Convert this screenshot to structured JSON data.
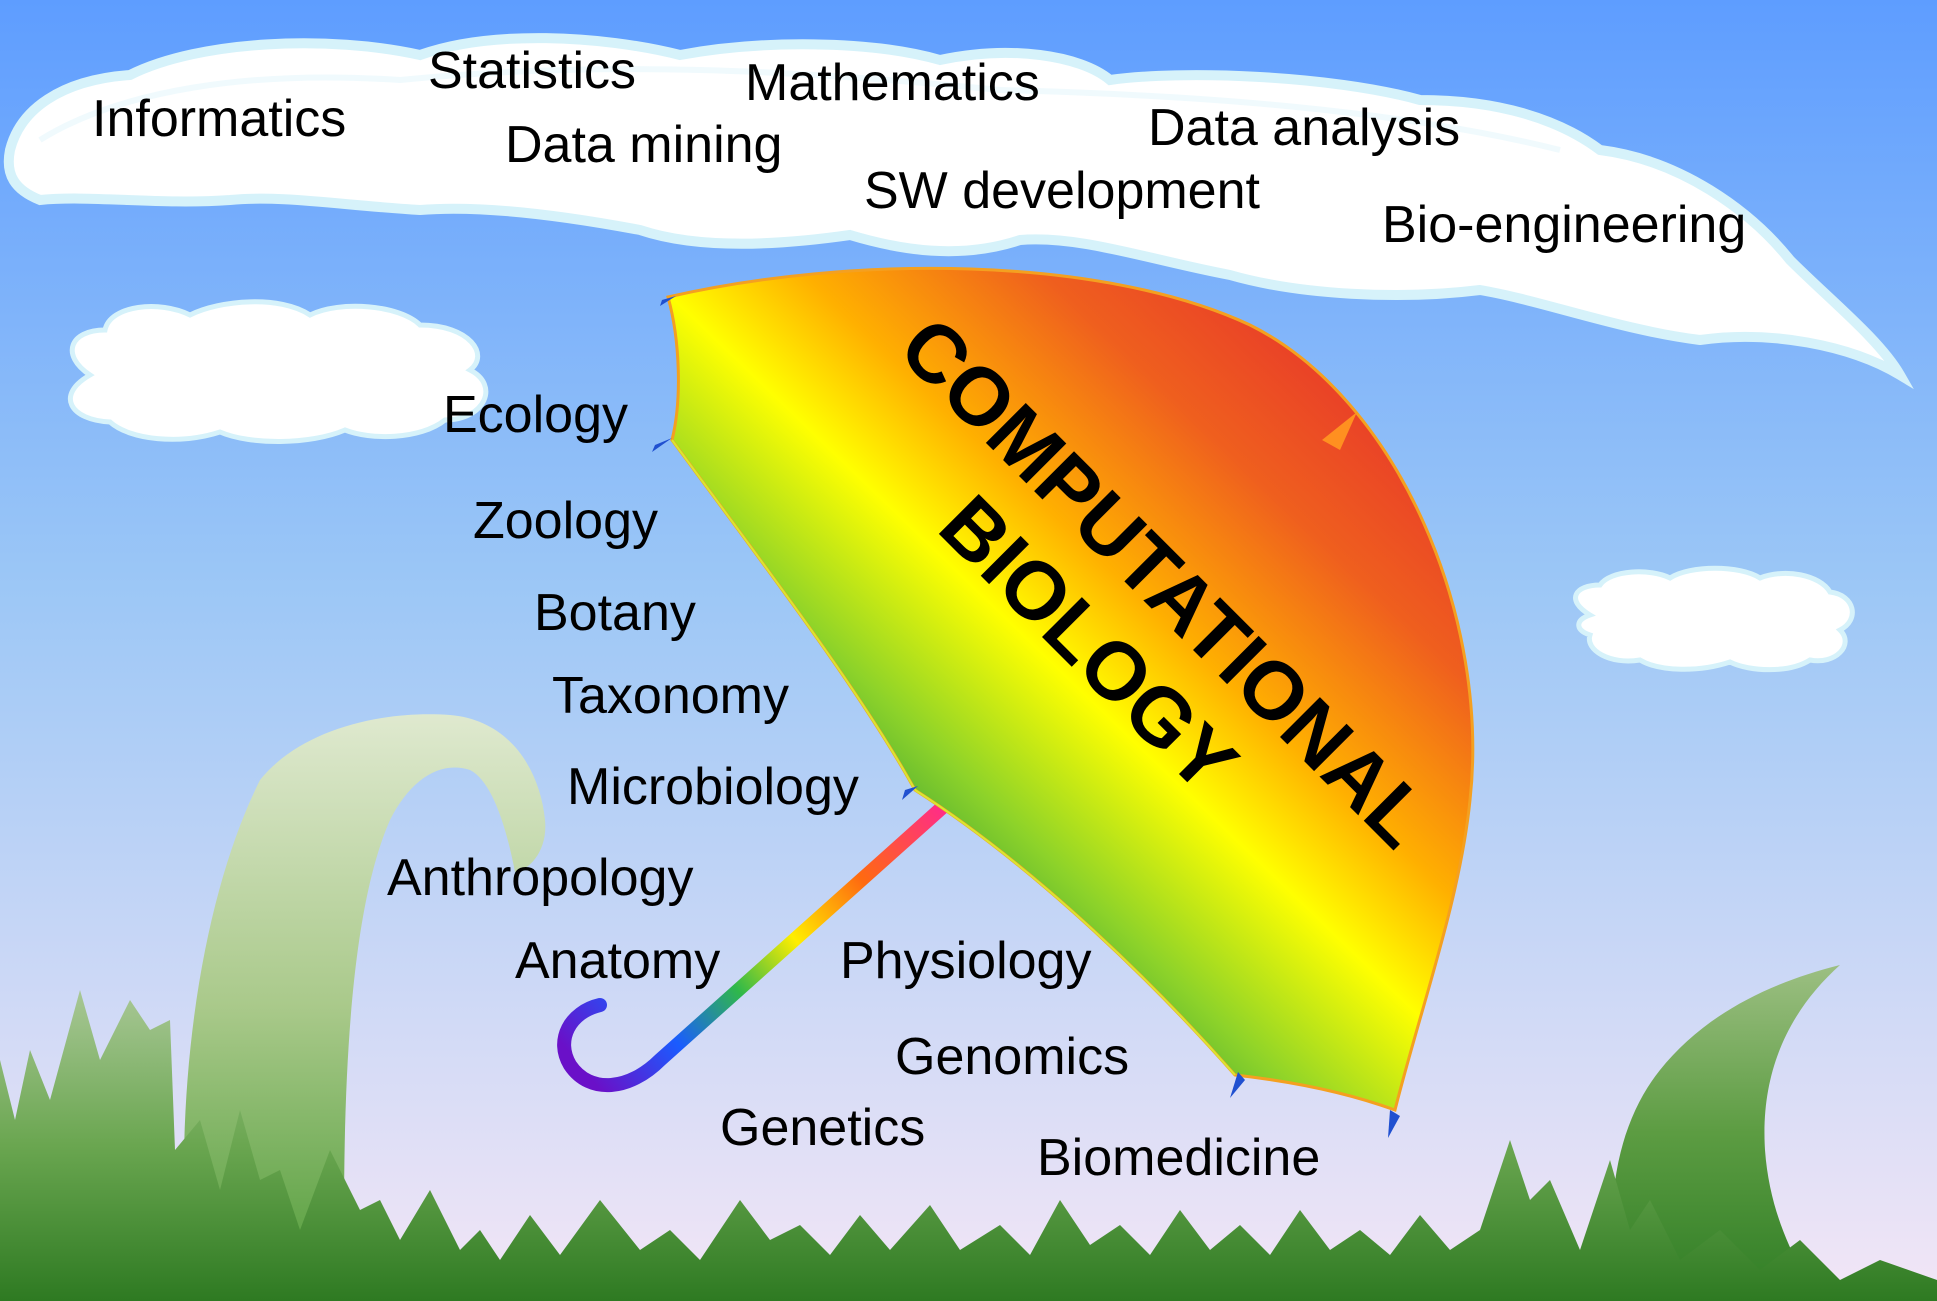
{
  "umbrella": {
    "title_line1": "COMPUTATIONAL",
    "title_line2": "BIOLOGY"
  },
  "cloud_terms": {
    "informatics": "Informatics",
    "statistics": "Statistics",
    "mathematics": "Mathematics",
    "data_mining": "Data mining",
    "data_analysis": "Data analysis",
    "sw_development": "SW development",
    "bio_engineering": "Bio-engineering"
  },
  "biology_fields": {
    "ecology": "Ecology",
    "zoology": "Zoology",
    "botany": "Botany",
    "taxonomy": "Taxonomy",
    "microbiology": "Microbiology",
    "anthropology": "Anthropology",
    "anatomy": "Anatomy",
    "physiology": "Physiology",
    "genomics": "Genomics",
    "genetics": "Genetics",
    "biomedicine": "Biomedicine"
  },
  "colors": {
    "sky_top": "#5e9dff",
    "sky_bottom": "#f3e6f6",
    "grass": "#3d8a2c",
    "cloud": "#ffffff",
    "cloud_edge": "#d6f2fa",
    "umbrella_red": "#e8392a",
    "umbrella_yellow": "#ffff00",
    "umbrella_green": "#2a9a3c"
  }
}
